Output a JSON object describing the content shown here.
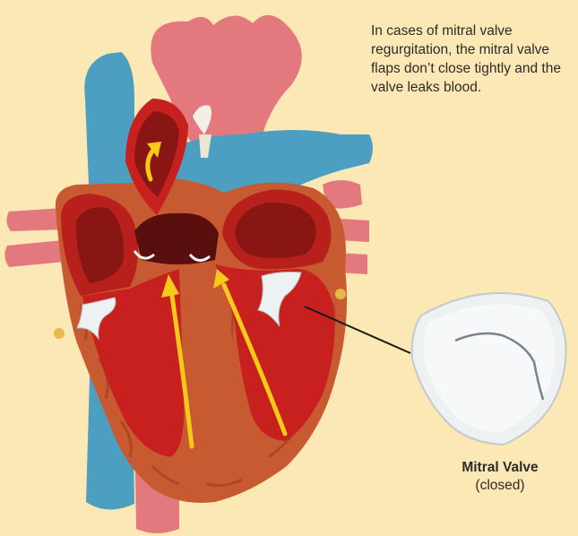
{
  "caption": "In cases of mitral valve regurgitation, the mitral valve flaps don’t close tightly and the valve leaks blood.",
  "valve_label": {
    "title": "Mitral Valve",
    "state": "(closed)"
  },
  "colors": {
    "background": "#fce8b4",
    "vein_blue": "#4d9fc2",
    "artery_pink": "#e4787f",
    "muscle_red": "#c8201e",
    "chamber_dark": "#8a1614",
    "arrow_yellow": "#f7c919",
    "valve_white": "#eef1f2"
  },
  "icons": {
    "flow_arrow": "blood-flow-arrow-icon"
  }
}
